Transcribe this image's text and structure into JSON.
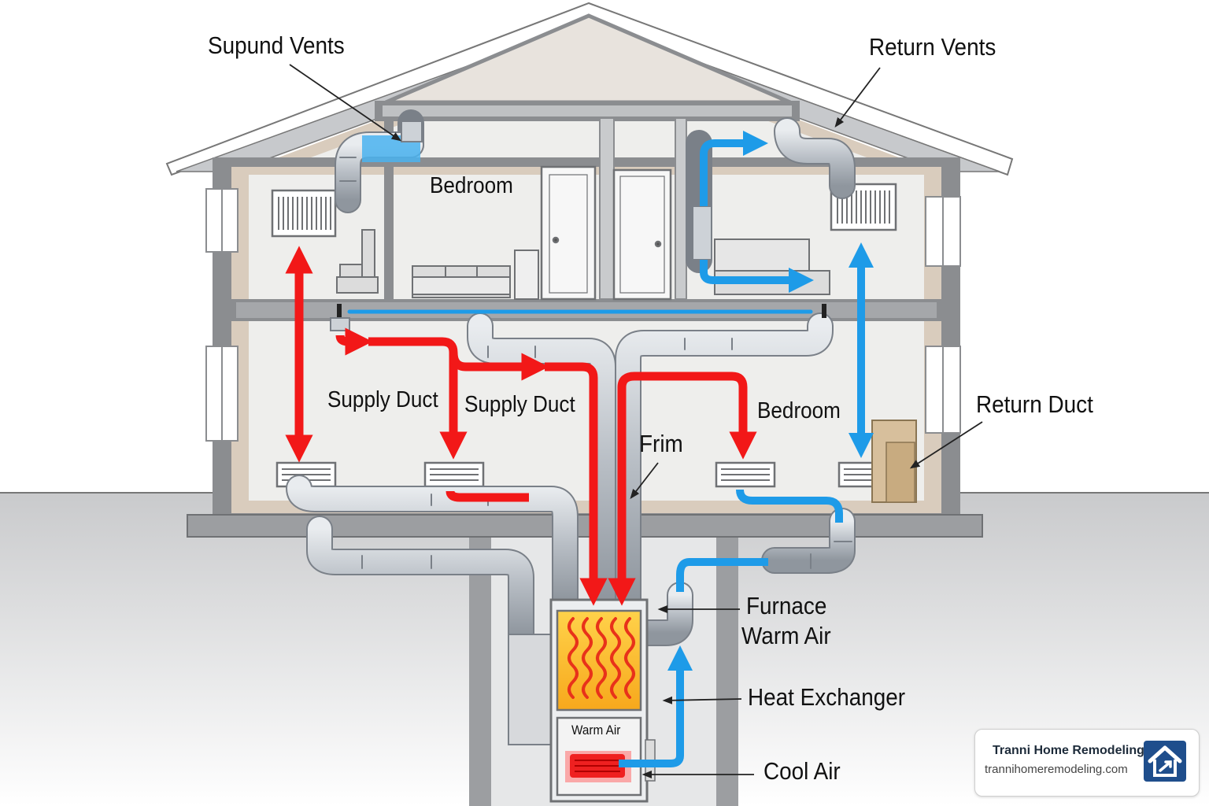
{
  "labels": {
    "supply_vents": "Supund Vents",
    "return_vents": "Return Vents",
    "bedroom_upper": "Bedroom",
    "supply_duct_left": "Supply Duct",
    "supply_duct_center": "Supply Duct",
    "bedroom_lower": "Bedroom",
    "return_duct": "Return Duct",
    "fan": "Frim",
    "furnace": "Furnace",
    "warm_air_side": "Warm Air",
    "heat_exchanger": "Heat Exchanger",
    "cool_air": "Cool Air",
    "warm_air_panel": "Warm Air"
  },
  "branding": {
    "company": "Tranni Home Remodeling",
    "url": "trannihomeremodeling.com",
    "logo_icon": "house-logo-icon"
  },
  "colors": {
    "warm_air": "#f21818",
    "cool_air": "#1e9be8",
    "duct": "#c4c9cf",
    "wall": "#8b8d90",
    "insulation": "#d9ccbd",
    "heat_exchanger": "#f7b733"
  }
}
